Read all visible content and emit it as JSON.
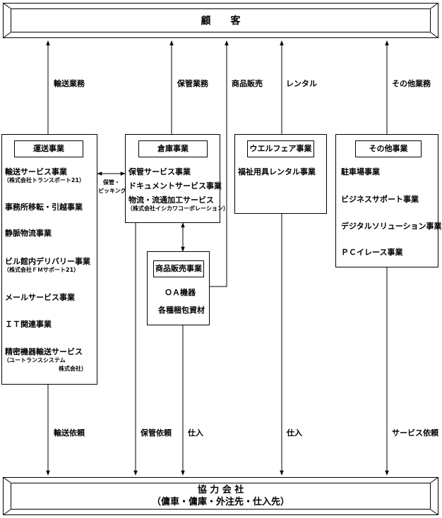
{
  "customer": {
    "label": "顧　　客"
  },
  "partners": {
    "line1": "協 力 会 社",
    "line2": "（傭車・傭庫・外注先・仕入先）"
  },
  "flow_labels_top": {
    "transport_work": "輸送業務",
    "storage_work": "保管業務",
    "product_sales": "商品販売",
    "rental": "レンタル",
    "other_work": "その他業務"
  },
  "flow_labels_bottom": {
    "transport_request": "輸送依頼",
    "storage_request": "保管依頼",
    "purchase_a": "仕入",
    "purchase_b": "仕入",
    "service_request": "サービス依頼"
  },
  "between_label": {
    "line1": "保管・",
    "line2": "ピッキング"
  },
  "transport": {
    "title": "運送事業",
    "item1": "輸送サービス事業",
    "item1_sub": "（株式会社トランスポート21）",
    "item2": "事務所移転・引越事業",
    "item3": "静脈物流事業",
    "item4": "ビル館内デリバリー事業",
    "item4_sub": "（株式会社ＦＭサポート21）",
    "item5": "メールサービス事業",
    "item6": "ＩＴ関連事業",
    "item7": "精密機器輸送サービス",
    "item7_sub1": "（ユートランスシステム",
    "item7_sub2": "株式会社）"
  },
  "warehouse": {
    "title": "倉庫事業",
    "item1": "保管サービス事業",
    "item2": "ドキュメントサービス事業",
    "item3": "物流・流通加工サービス",
    "item3_sub": "（株式会社イシカワコーポレーション）"
  },
  "sales": {
    "title": "商品販売事業",
    "item1": "ＯＡ機器",
    "item2": "各種梱包資材"
  },
  "welfare": {
    "title": "ウエルフェア事業",
    "item1": "福祉用具レンタル事業"
  },
  "other": {
    "title": "その他事業",
    "item1": "駐車場事業",
    "item2": "ビジネスサポート事業",
    "item3": "デジタルソリューション事業",
    "item4": "ＰＣイレース事業"
  }
}
